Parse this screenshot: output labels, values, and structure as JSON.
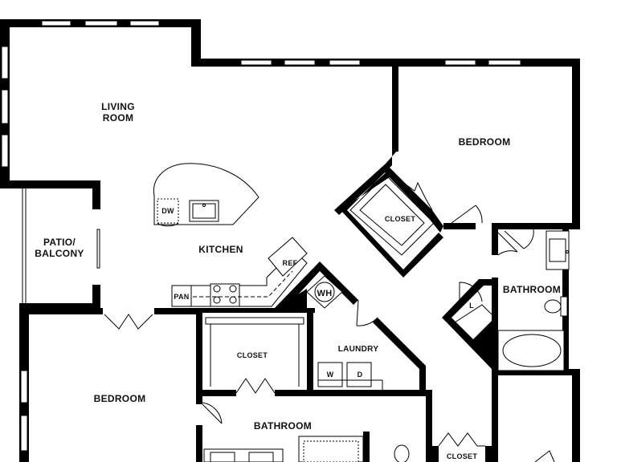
{
  "rooms": {
    "living_room": [
      "LIVING",
      "ROOM"
    ],
    "bedroom_main": "BEDROOM",
    "patio": [
      "PATIO/",
      "BALCONY"
    ],
    "kitchen": "KITCHEN",
    "closet_main": "CLOSET",
    "bathroom_main": "BATHROOM",
    "closet_hall": "CLOSET",
    "laundry": "LAUNDRY",
    "bedroom_second": "BEDROOM",
    "bathroom_second": "BATHROOM",
    "closet_bottom": "CLOSET"
  },
  "fixtures": {
    "dishwasher": "DW",
    "refrigerator": "REF",
    "pantry": "PAN",
    "water_heater": "WH",
    "washer": "W",
    "dryer": "D",
    "linen": "L"
  }
}
